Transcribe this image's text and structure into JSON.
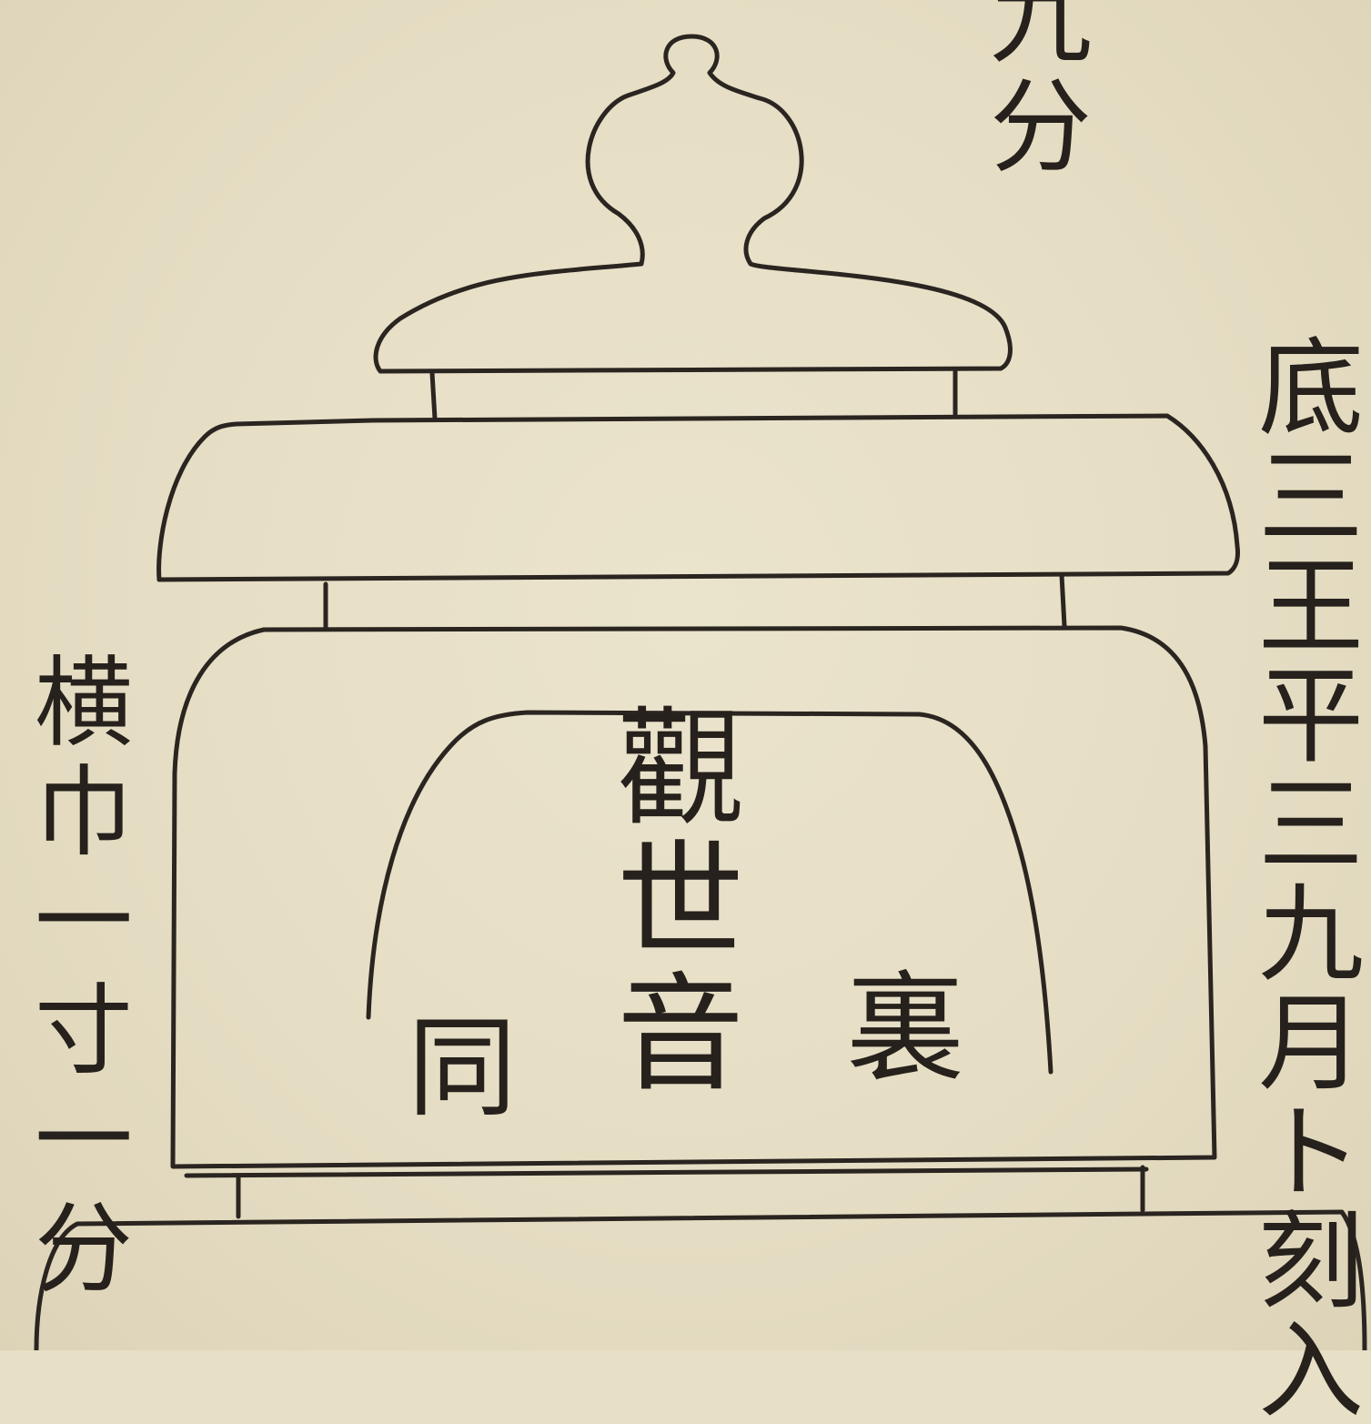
{
  "annotations": {
    "top_note": "九分",
    "right_note": "底三王平三九月ト刻入",
    "left_note": "横巾一寸一分"
  },
  "inscription": {
    "center_title": "觀世音",
    "left_mark": "同",
    "right_mark": "裏"
  },
  "colors": {
    "paper": "#e7dfc6",
    "ink": "#2a2520"
  }
}
